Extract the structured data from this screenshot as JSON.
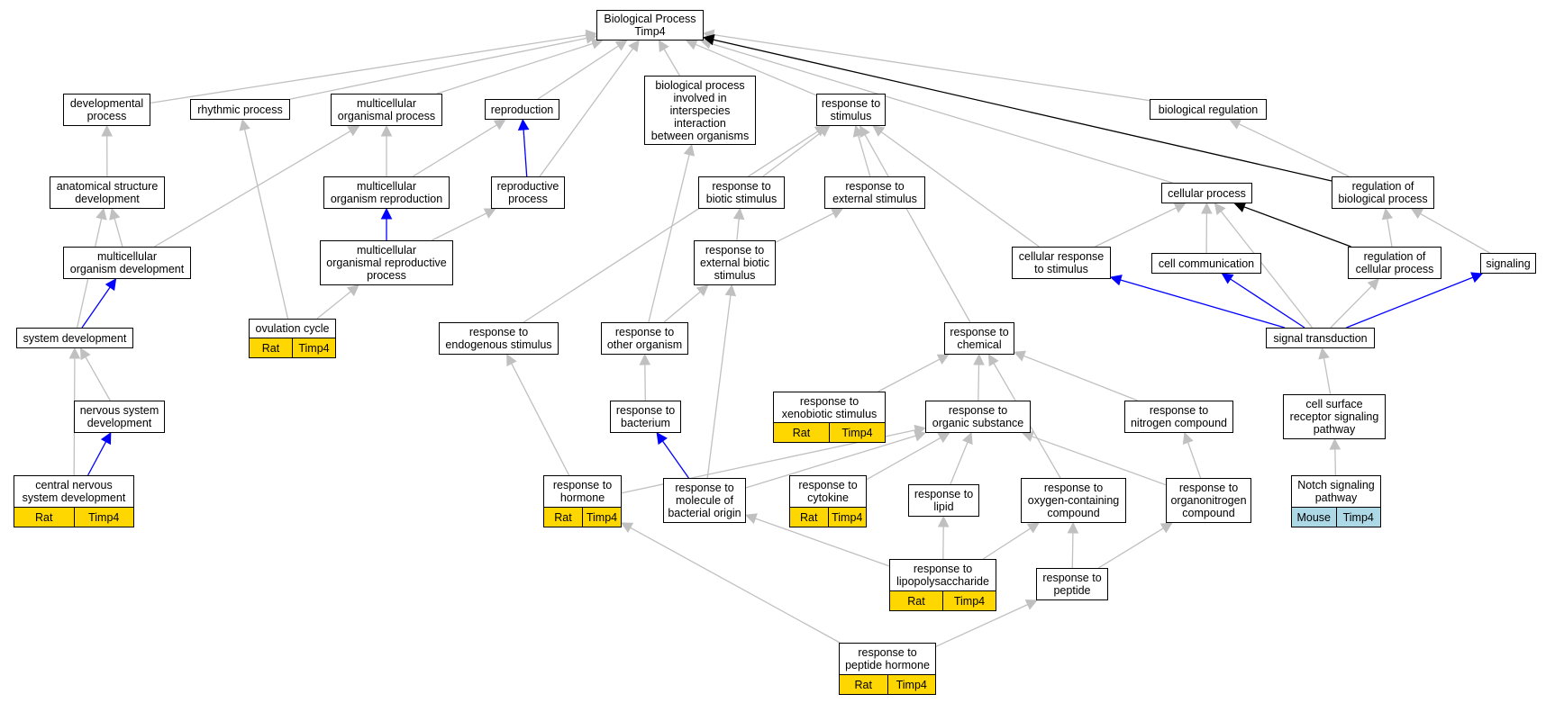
{
  "nodes": {
    "root": {
      "label": "Biological Process\nTimp4"
    },
    "dev_process": {
      "label": "developmental\nprocess"
    },
    "rhythmic": {
      "label": "rhythmic process"
    },
    "mcell_org_process": {
      "label": "multicellular\norganismal process"
    },
    "reproduction": {
      "label": "reproduction"
    },
    "bp_interspecies": {
      "label": "biological process\ninvolved in\ninterspecies\ninteraction\nbetween organisms"
    },
    "resp_stimulus": {
      "label": "response to\nstimulus"
    },
    "bio_regulation": {
      "label": "biological regulation"
    },
    "anat_dev": {
      "label": "anatomical structure\ndevelopment"
    },
    "mcell_org_repro": {
      "label": "multicellular\norganism reproduction"
    },
    "repro_process": {
      "label": "reproductive\nprocess"
    },
    "resp_biotic": {
      "label": "response to\nbiotic stimulus"
    },
    "resp_external": {
      "label": "response to\nexternal stimulus"
    },
    "cellular_process": {
      "label": "cellular process"
    },
    "reg_bio_process": {
      "label": "regulation of\nbiological process"
    },
    "mcell_org_dev": {
      "label": "multicellular\norganism development"
    },
    "mcell_repro_process": {
      "label": "multicellular\norganismal reproductive\nprocess"
    },
    "resp_ext_biotic": {
      "label": "response to\nexternal biotic\nstimulus"
    },
    "cell_resp_stimulus": {
      "label": "cellular response\nto stimulus"
    },
    "cell_comm": {
      "label": "cell communication"
    },
    "reg_cell_process": {
      "label": "regulation of\ncellular process"
    },
    "signaling": {
      "label": "signaling"
    },
    "system_dev": {
      "label": "system development"
    },
    "ovulation": {
      "label": "ovulation cycle",
      "tags": [
        "Rat",
        "Timp4"
      ]
    },
    "resp_endogenous": {
      "label": "response to\nendogenous stimulus"
    },
    "resp_other_org": {
      "label": "response to\nother organism"
    },
    "resp_chemical": {
      "label": "response to\nchemical"
    },
    "signal_transduction": {
      "label": "signal transduction"
    },
    "nervous_dev": {
      "label": "nervous system\ndevelopment"
    },
    "resp_bacterium": {
      "label": "response to\nbacterium"
    },
    "resp_xenobiotic": {
      "label": "response to\nxenobiotic stimulus",
      "tags": [
        "Rat",
        "Timp4"
      ]
    },
    "resp_organic": {
      "label": "response to\norganic substance"
    },
    "resp_nitrogen": {
      "label": "response to\nnitrogen compound"
    },
    "cell_surface": {
      "label": "cell surface\nreceptor signaling\npathway"
    },
    "cns_dev": {
      "label": "central nervous\nsystem development",
      "tags": [
        "Rat",
        "Timp4"
      ]
    },
    "resp_hormone": {
      "label": "response to\nhormone",
      "tags": [
        "Rat",
        "Timp4"
      ]
    },
    "resp_bact_molecule": {
      "label": "response to\nmolecule of\nbacterial origin"
    },
    "resp_cytokine": {
      "label": "response to\ncytokine",
      "tags": [
        "Rat",
        "Timp4"
      ]
    },
    "resp_lipid": {
      "label": "response to\nlipid"
    },
    "resp_oxygen": {
      "label": "response to\noxygen-containing\ncompound"
    },
    "resp_organonitrogen": {
      "label": "response to\norganonitrogen\ncompound"
    },
    "notch": {
      "label": "Notch signaling\npathway",
      "tags": [
        "Mouse",
        "Timp4"
      ],
      "species": "mouse"
    },
    "resp_lps": {
      "label": "response to\nlipopolysaccharide",
      "tags": [
        "Rat",
        "Timp4"
      ]
    },
    "resp_peptide": {
      "label": "response to\npeptide"
    },
    "resp_peptide_hormone": {
      "label": "response to\npeptide hormone",
      "tags": [
        "Rat",
        "Timp4"
      ]
    }
  },
  "edges": [
    {
      "from": "dev_process",
      "to": "root",
      "color": "#c0c0c0"
    },
    {
      "from": "rhythmic",
      "to": "root",
      "color": "#c0c0c0"
    },
    {
      "from": "mcell_org_process",
      "to": "root",
      "color": "#c0c0c0"
    },
    {
      "from": "reproduction",
      "to": "root",
      "color": "#c0c0c0"
    },
    {
      "from": "bp_interspecies",
      "to": "root",
      "color": "#c0c0c0"
    },
    {
      "from": "resp_stimulus",
      "to": "root",
      "color": "#c0c0c0"
    },
    {
      "from": "bio_regulation",
      "to": "root",
      "color": "#c0c0c0"
    },
    {
      "from": "cellular_process",
      "to": "root",
      "color": "#c0c0c0"
    },
    {
      "from": "reg_bio_process",
      "to": "root",
      "color": "#000000"
    },
    {
      "from": "repro_process",
      "to": "root",
      "color": "#c0c0c0"
    },
    {
      "from": "anat_dev",
      "to": "dev_process",
      "color": "#c0c0c0"
    },
    {
      "from": "mcell_org_dev",
      "to": "anat_dev",
      "color": "#c0c0c0"
    },
    {
      "from": "mcell_org_dev",
      "to": "mcell_org_process",
      "color": "#c0c0c0"
    },
    {
      "from": "system_dev",
      "to": "mcell_org_dev",
      "color": "#0000ff"
    },
    {
      "from": "system_dev",
      "to": "anat_dev",
      "color": "#c0c0c0"
    },
    {
      "from": "nervous_dev",
      "to": "system_dev",
      "color": "#c0c0c0"
    },
    {
      "from": "cns_dev",
      "to": "nervous_dev",
      "color": "#0000ff"
    },
    {
      "from": "cns_dev",
      "to": "system_dev",
      "color": "#c0c0c0"
    },
    {
      "from": "ovulation",
      "to": "rhythmic",
      "color": "#c0c0c0"
    },
    {
      "from": "ovulation",
      "to": "mcell_repro_process",
      "color": "#c0c0c0"
    },
    {
      "from": "mcell_org_repro",
      "to": "mcell_org_process",
      "color": "#c0c0c0"
    },
    {
      "from": "mcell_org_repro",
      "to": "reproduction",
      "color": "#c0c0c0"
    },
    {
      "from": "repro_process",
      "to": "reproduction",
      "color": "#0000ff"
    },
    {
      "from": "mcell_repro_process",
      "to": "mcell_org_repro",
      "color": "#0000ff"
    },
    {
      "from": "mcell_repro_process",
      "to": "repro_process",
      "color": "#c0c0c0"
    },
    {
      "from": "resp_biotic",
      "to": "resp_stimulus",
      "color": "#c0c0c0"
    },
    {
      "from": "resp_external",
      "to": "resp_stimulus",
      "color": "#c0c0c0"
    },
    {
      "from": "resp_ext_biotic",
      "to": "resp_biotic",
      "color": "#c0c0c0"
    },
    {
      "from": "resp_ext_biotic",
      "to": "resp_external",
      "color": "#c0c0c0"
    },
    {
      "from": "resp_other_org",
      "to": "resp_ext_biotic",
      "color": "#c0c0c0"
    },
    {
      "from": "resp_other_org",
      "to": "bp_interspecies",
      "color": "#c0c0c0"
    },
    {
      "from": "resp_bacterium",
      "to": "resp_other_org",
      "color": "#c0c0c0"
    },
    {
      "from": "resp_bact_molecule",
      "to": "resp_bacterium",
      "color": "#0000ff"
    },
    {
      "from": "resp_bact_molecule",
      "to": "resp_ext_biotic",
      "color": "#c0c0c0"
    },
    {
      "from": "resp_bact_molecule",
      "to": "resp_organic",
      "color": "#c0c0c0"
    },
    {
      "from": "resp_endogenous",
      "to": "resp_stimulus",
      "color": "#c0c0c0"
    },
    {
      "from": "resp_hormone",
      "to": "resp_endogenous",
      "color": "#c0c0c0"
    },
    {
      "from": "resp_hormone",
      "to": "resp_organic",
      "color": "#c0c0c0"
    },
    {
      "from": "resp_chemical",
      "to": "resp_stimulus",
      "color": "#c0c0c0"
    },
    {
      "from": "cell_resp_stimulus",
      "to": "resp_stimulus",
      "color": "#c0c0c0"
    },
    {
      "from": "cell_resp_stimulus",
      "to": "cellular_process",
      "color": "#c0c0c0"
    },
    {
      "from": "resp_xenobiotic",
      "to": "resp_chemical",
      "color": "#c0c0c0"
    },
    {
      "from": "resp_organic",
      "to": "resp_chemical",
      "color": "#c0c0c0"
    },
    {
      "from": "resp_nitrogen",
      "to": "resp_chemical",
      "color": "#c0c0c0"
    },
    {
      "from": "resp_oxygen",
      "to": "resp_chemical",
      "color": "#c0c0c0"
    },
    {
      "from": "resp_cytokine",
      "to": "resp_organic",
      "color": "#c0c0c0"
    },
    {
      "from": "resp_lipid",
      "to": "resp_organic",
      "color": "#c0c0c0"
    },
    {
      "from": "resp_organonitrogen",
      "to": "resp_organic",
      "color": "#c0c0c0"
    },
    {
      "from": "resp_organonitrogen",
      "to": "resp_nitrogen",
      "color": "#c0c0c0"
    },
    {
      "from": "resp_lps",
      "to": "resp_lipid",
      "color": "#c0c0c0"
    },
    {
      "from": "resp_lps",
      "to": "resp_bact_molecule",
      "color": "#c0c0c0"
    },
    {
      "from": "resp_lps",
      "to": "resp_oxygen",
      "color": "#c0c0c0"
    },
    {
      "from": "resp_peptide",
      "to": "resp_oxygen",
      "color": "#c0c0c0"
    },
    {
      "from": "resp_peptide",
      "to": "resp_organonitrogen",
      "color": "#c0c0c0"
    },
    {
      "from": "resp_peptide_hormone",
      "to": "resp_peptide",
      "color": "#c0c0c0"
    },
    {
      "from": "resp_peptide_hormone",
      "to": "resp_hormone",
      "color": "#c0c0c0"
    },
    {
      "from": "cell_comm",
      "to": "cellular_process",
      "color": "#c0c0c0"
    },
    {
      "from": "reg_cell_process",
      "to": "cellular_process",
      "color": "#000000"
    },
    {
      "from": "reg_cell_process",
      "to": "reg_bio_process",
      "color": "#c0c0c0"
    },
    {
      "from": "reg_bio_process",
      "to": "bio_regulation",
      "color": "#c0c0c0"
    },
    {
      "from": "signaling",
      "to": "reg_bio_process",
      "color": "#c0c0c0"
    },
    {
      "from": "signal_transduction",
      "to": "cell_resp_stimulus",
      "color": "#0000ff"
    },
    {
      "from": "signal_transduction",
      "to": "cell_comm",
      "color": "#0000ff"
    },
    {
      "from": "signal_transduction",
      "to": "signaling",
      "color": "#0000ff"
    },
    {
      "from": "signal_transduction",
      "to": "reg_cell_process",
      "color": "#c0c0c0"
    },
    {
      "from": "signal_transduction",
      "to": "cellular_process",
      "color": "#c0c0c0"
    },
    {
      "from": "cell_surface",
      "to": "signal_transduction",
      "color": "#c0c0c0"
    },
    {
      "from": "notch",
      "to": "cell_surface",
      "color": "#c0c0c0"
    }
  ]
}
